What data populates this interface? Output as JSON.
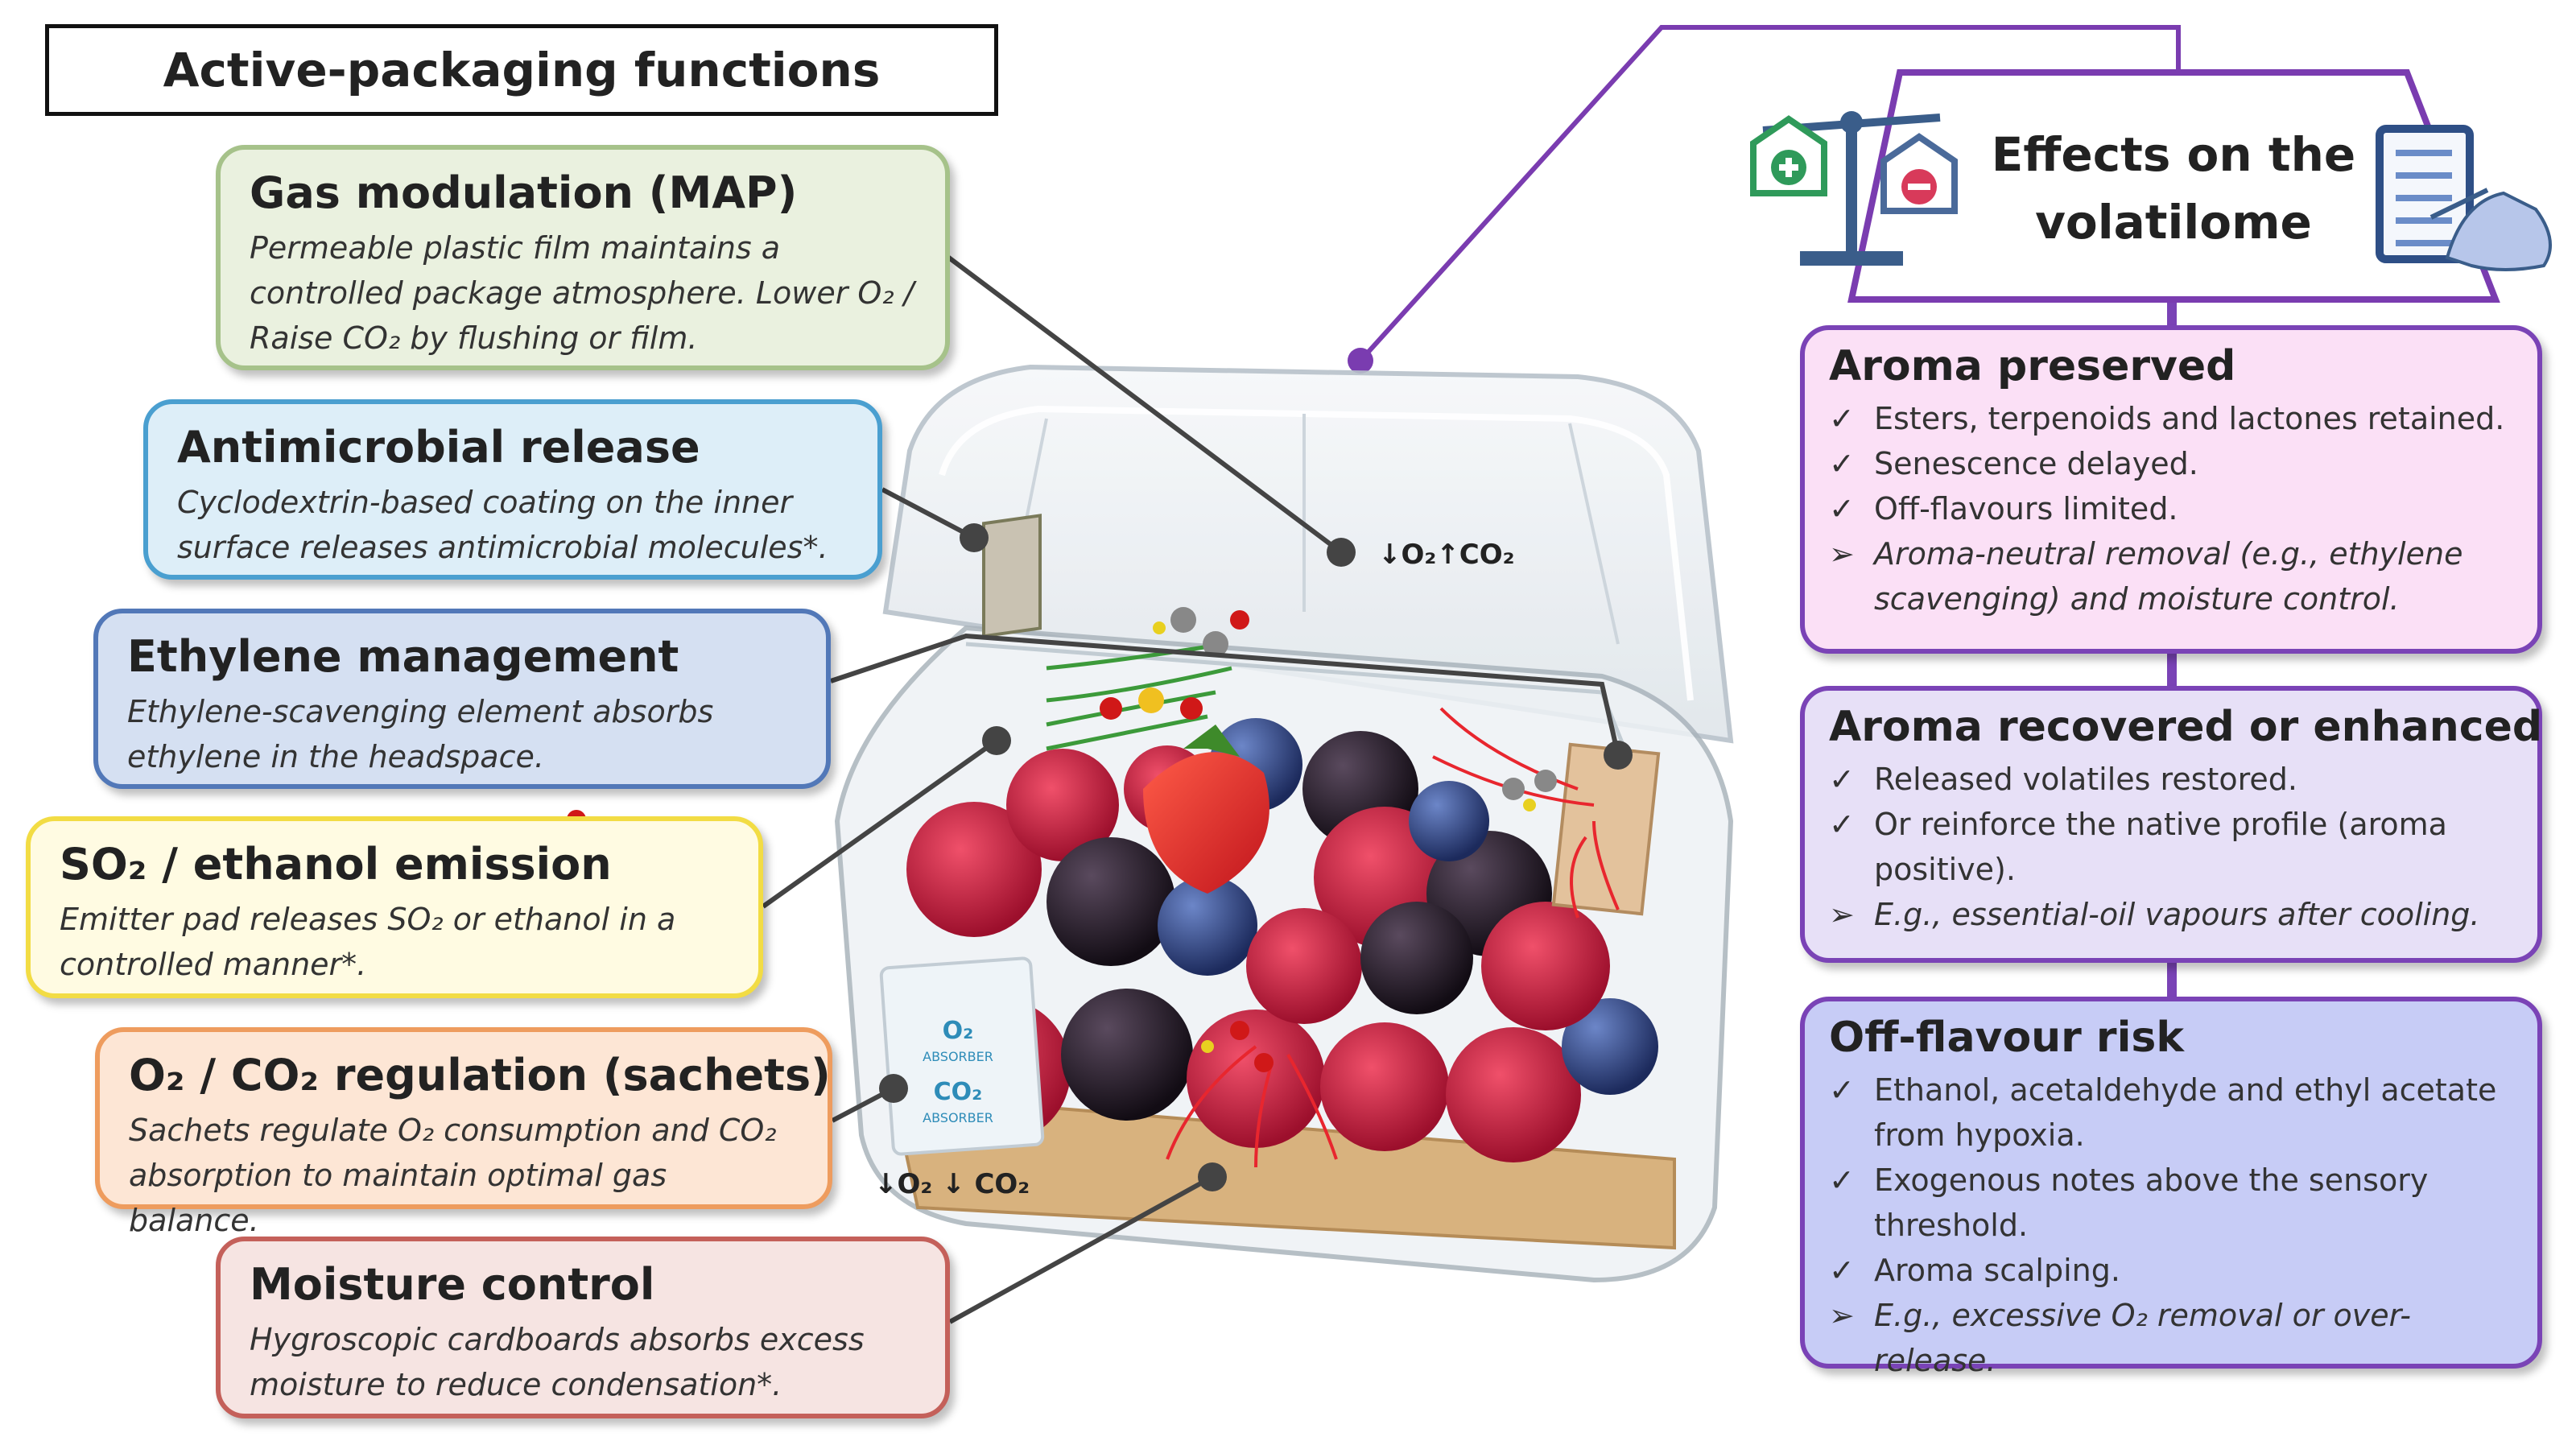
{
  "header": {
    "title": "Active-packaging functions"
  },
  "functions": [
    {
      "title": "Gas modulation (MAP)",
      "description": "Permeable plastic film maintains a controlled package atmosphere. Lower O₂ / Raise CO₂ by flushing or film."
    },
    {
      "title": "Antimicrobial release",
      "description": "Cyclodextrin-based coating on the inner surface releases antimicrobial molecules*."
    },
    {
      "title": "Ethylene management",
      "description": "Ethylene-scavenging element absorbs ethylene in the headspace."
    },
    {
      "title": "SO₂ / ethanol emission",
      "description": "Emitter pad releases SO₂ or ethanol in a controlled manner*."
    },
    {
      "title": "O₂ / CO₂ regulation (sachets)",
      "description": "Sachets regulate O₂ consumption and CO₂ absorption to maintain optimal gas balance."
    },
    {
      "title": "Moisture control",
      "description": "Hygroscopic cardboards absorbs excess moisture to reduce condensation*."
    }
  ],
  "effects": {
    "title_line1": "Effects on the",
    "title_line2": "volatilome",
    "categories": [
      {
        "title": "Aroma preserved",
        "items": [
          {
            "mark": "✓",
            "text": "Esters, terpenoids and lactones retained."
          },
          {
            "mark": "✓",
            "text": "Senescence delayed."
          },
          {
            "mark": "✓",
            "text": "Off-flavours limited."
          },
          {
            "mark": "➢",
            "text": "Aroma-neutral removal (e.g., ethylene scavenging) and moisture control."
          }
        ]
      },
      {
        "title": "Aroma recovered or enhanced",
        "items": [
          {
            "mark": "✓",
            "text": "Released volatiles restored."
          },
          {
            "mark": "✓",
            "text": "Or reinforce the native profile (aroma positive)."
          },
          {
            "mark": "➢",
            "text": "E.g., essential-oil vapours after cooling."
          }
        ]
      },
      {
        "title": "Off-flavour risk",
        "items": [
          {
            "mark": "✓",
            "text": "Ethanol, acetaldehyde and ethyl acetate from hypoxia."
          },
          {
            "mark": "✓",
            "text": "Exogenous notes above the sensory threshold."
          },
          {
            "mark": "✓",
            "text": "Aroma scalping."
          },
          {
            "mark": "➢",
            "text": "E.g., excessive O₂ removal or over-release."
          }
        ]
      }
    ]
  },
  "illustration": {
    "sachet_o2": "O₂",
    "sachet_o2_label": "ABSORBER",
    "sachet_co2": "CO₂",
    "sachet_co2_label": "ABSORBER",
    "lid_gas_label": "↓O₂↑CO₂",
    "sachet_gas_label": "↓O₂ ↓ CO₂"
  }
}
